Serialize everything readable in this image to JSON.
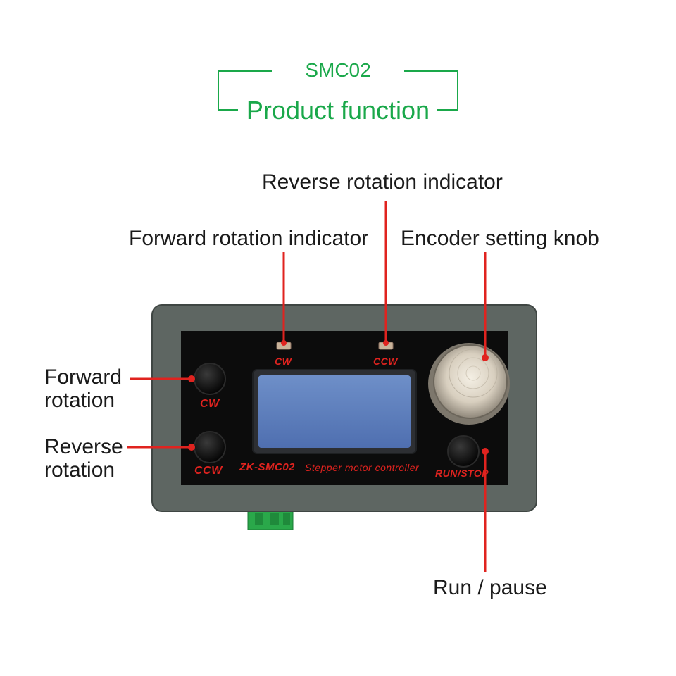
{
  "header": {
    "model": "SMC02",
    "title": "Product function",
    "color": "#1aa84a"
  },
  "callouts": {
    "reverse_indicator": "Reverse rotation indicator",
    "forward_indicator": "Forward rotation indicator",
    "encoder_knob": "Encoder setting knob",
    "forward_rotation_line1": "Forward",
    "forward_rotation_line2": "rotation",
    "reverse_rotation_line1": "Reverse",
    "reverse_rotation_line2": "rotation",
    "run_pause": "Run / pause",
    "line_color": "#e0231f"
  },
  "device": {
    "led_cw_label": "CW",
    "led_ccw_label": "CCW",
    "btn_cw_label": "CW",
    "btn_ccw_label": "CCW",
    "btn_run_label": "RUN/STOP",
    "model_text": "ZK-SMC02",
    "subtitle_text": "Stepper motor controller",
    "label_color": "#e0231f"
  }
}
